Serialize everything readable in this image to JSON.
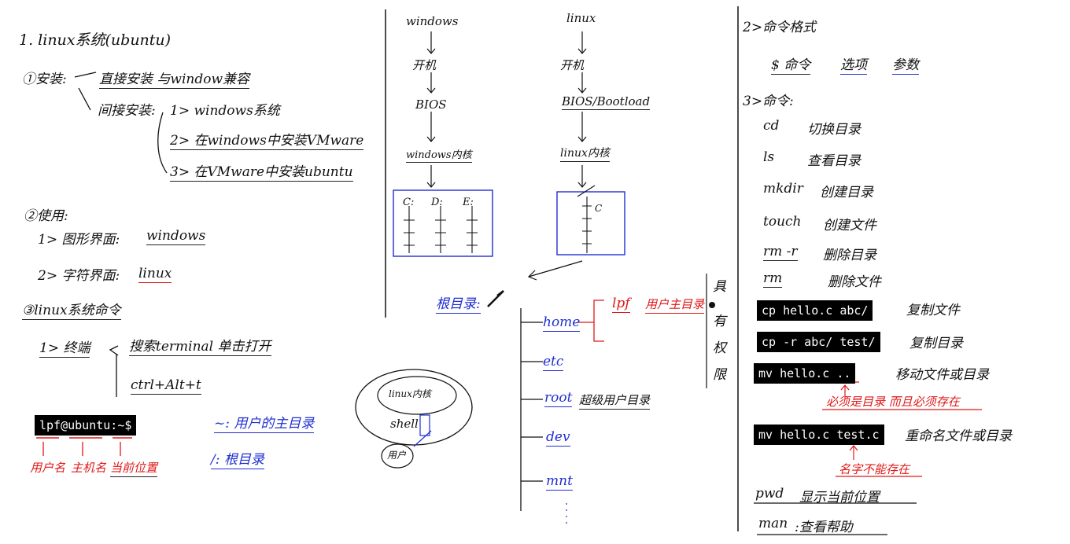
{
  "left": {
    "title": "1. linux系统(ubuntu)",
    "install": {
      "label": "①安装:",
      "direct": "直接安装 与window兼容",
      "indirect": "间接安装:",
      "step1": "1> windows系统",
      "step2": "2> 在windows中安装VMware",
      "step3": "3> 在VMware中安装ubuntu"
    },
    "use": {
      "label": "②使用:",
      "gui": "1> 图形界面:",
      "gui_value": "windows",
      "cli": "2> 字符界面:",
      "cli_value": "linux"
    },
    "commands": {
      "label": "③linux系统命令",
      "terminal": "1> 终端",
      "search": "搜索terminal 单击打开",
      "shortcut": "ctrl+Alt+t"
    },
    "prompt": {
      "text": "lpf@ubuntu:~$",
      "user": "用户名",
      "host": "主机名",
      "location": "当前位置"
    },
    "tilde_note": "~: 用户的主目录",
    "slash_note": "/: 根目录"
  },
  "middle": {
    "windows_col": [
      "windows",
      "开机",
      "BIOS",
      "windows内核"
    ],
    "linux_col": [
      "linux",
      "开机",
      "BIOS/Bootload",
      "linux内核"
    ],
    "box_windows_labels": [
      "C:",
      "D:",
      "E:"
    ],
    "box_linux_label": "C",
    "kernel_circle": "linux内核",
    "shell": "shell",
    "user": "用户",
    "root": "根目录:",
    "root_symbol": "/",
    "tree": [
      "home",
      "etc",
      "root",
      "dev",
      "mnt"
    ],
    "root_note": "超级用户目录",
    "lpf": "lpf",
    "lpf_note": "用户主目录",
    "perm": [
      "具",
      "有",
      "权",
      "限"
    ]
  },
  "right": {
    "format_label": "2>命令格式",
    "format_parts": [
      "$ 命令",
      "选项",
      "参数"
    ],
    "commands_label": "3>命令:",
    "commands": [
      {
        "cmd": "cd",
        "desc": "切换目录"
      },
      {
        "cmd": "ls",
        "desc": "查看目录"
      },
      {
        "cmd": "mkdir",
        "desc": "创建目录"
      },
      {
        "cmd": "touch",
        "desc": "创建文件"
      },
      {
        "cmd": "rm -r",
        "desc": "删除目录"
      },
      {
        "cmd": "rm",
        "desc": "删除文件"
      }
    ],
    "terminal_cmds": [
      {
        "cmd": "cp hello.c abc/",
        "desc": "复制文件"
      },
      {
        "cmd": "cp -r abc/ test/",
        "desc": "复制目录"
      },
      {
        "cmd": "mv hello.c ..",
        "desc": "移动文件或目录"
      },
      {
        "cmd": "mv hello.c test.c",
        "desc": "重命名文件或目录"
      }
    ],
    "mv_note1": "必须是目录 而且必须存在",
    "mv_note2": "名字不能存在",
    "pwd": {
      "cmd": "pwd",
      "desc": "显示当前位置"
    },
    "man": {
      "cmd": "man",
      "desc": ":查看帮助"
    }
  }
}
